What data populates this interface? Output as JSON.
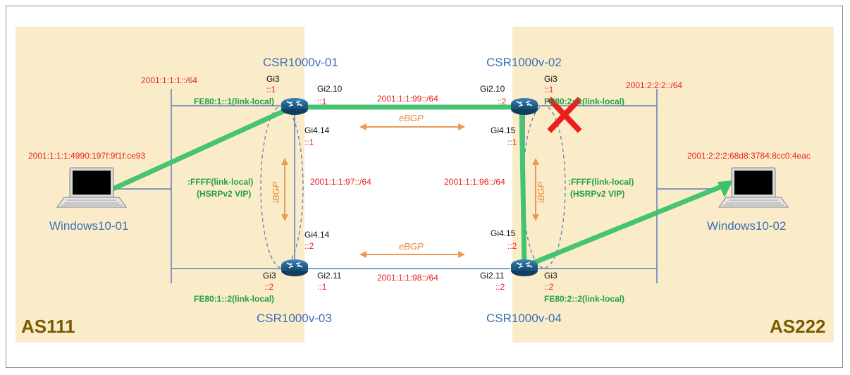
{
  "as_zones": {
    "left_label": "AS111",
    "right_label": "AS222",
    "fill_color": "#fbecc9"
  },
  "routers": {
    "r1": {
      "name": "CSR1000v-01"
    },
    "r2": {
      "name": "CSR1000v-02"
    },
    "r3": {
      "name": "CSR1000v-03"
    },
    "r4": {
      "name": "CSR1000v-04"
    }
  },
  "hosts": {
    "left": {
      "name": "Windows10-01",
      "address": "2001:1:1:1:4990:197f:9f1f:ce93"
    },
    "right": {
      "name": "Windows10-02",
      "address": "2001:2:2:2:68d8:3784:8cc0:4eac"
    }
  },
  "subnets": {
    "lan_left": "2001:1:1:1::/64",
    "lan_right": "2001:2:2:2::/64",
    "top_link": "2001:1:1:99::/64",
    "bottom_link": "2001:1:1:98::/64",
    "left_vertical": "2001:1:1:97::/64",
    "right_vertical": "2001:1:1:96::/64"
  },
  "interfaces": {
    "r1_gi3": "Gi3",
    "r1_gi3_addr": "::1",
    "r1_gi210": "Gi2.10",
    "r1_gi210_addr": "::1",
    "r1_gi414": "Gi4.14",
    "r1_gi414_addr": "::1",
    "r1_linklocal": "FE80:1::1(link-local)",
    "r2_gi3": "Gi3",
    "r2_gi3_addr": "::1",
    "r2_gi210": "Gi2.10",
    "r2_gi210_addr": "::2",
    "r2_gi415": "Gi4.15",
    "r2_gi415_addr": "::1",
    "r2_linklocal": "FE80:2::1(link-local)",
    "r3_gi3": "Gi3",
    "r3_gi3_addr": "::2",
    "r3_gi211": "Gi2.11",
    "r3_gi211_addr": "::1",
    "r3_gi414": "Gi4.14",
    "r3_gi414_addr": "::2",
    "r3_linklocal": "FE80:1::2(link-local)",
    "r4_gi3": "Gi3",
    "r4_gi3_addr": "::2",
    "r4_gi211": "Gi2.11",
    "r4_gi211_addr": "::2",
    "r4_gi415": "Gi4.15",
    "r4_gi415_addr": "::2",
    "r4_linklocal": "FE80:2::2(link-local)"
  },
  "hsrp": {
    "left_line1": ":FFFF(link-local)",
    "left_line2": "(HSRPv2 VIP)",
    "right_line1": ":FFFF(link-local)",
    "right_line2": "(HSRPv2 VIP)"
  },
  "protocols": {
    "ebgp_top": "eBGP",
    "ebgp_bottom": "eBGP",
    "ibgp_left": "iBGP",
    "ibgp_right": "iBGP"
  },
  "colors": {
    "path_green": "#3cc26a",
    "failure_red": "#ee1c1c",
    "router_blue": "#1e5f8c",
    "link_blue": "#5b7fb8",
    "bgp_orange": "#eb9a55"
  },
  "failure_icon": "red-x-icon"
}
